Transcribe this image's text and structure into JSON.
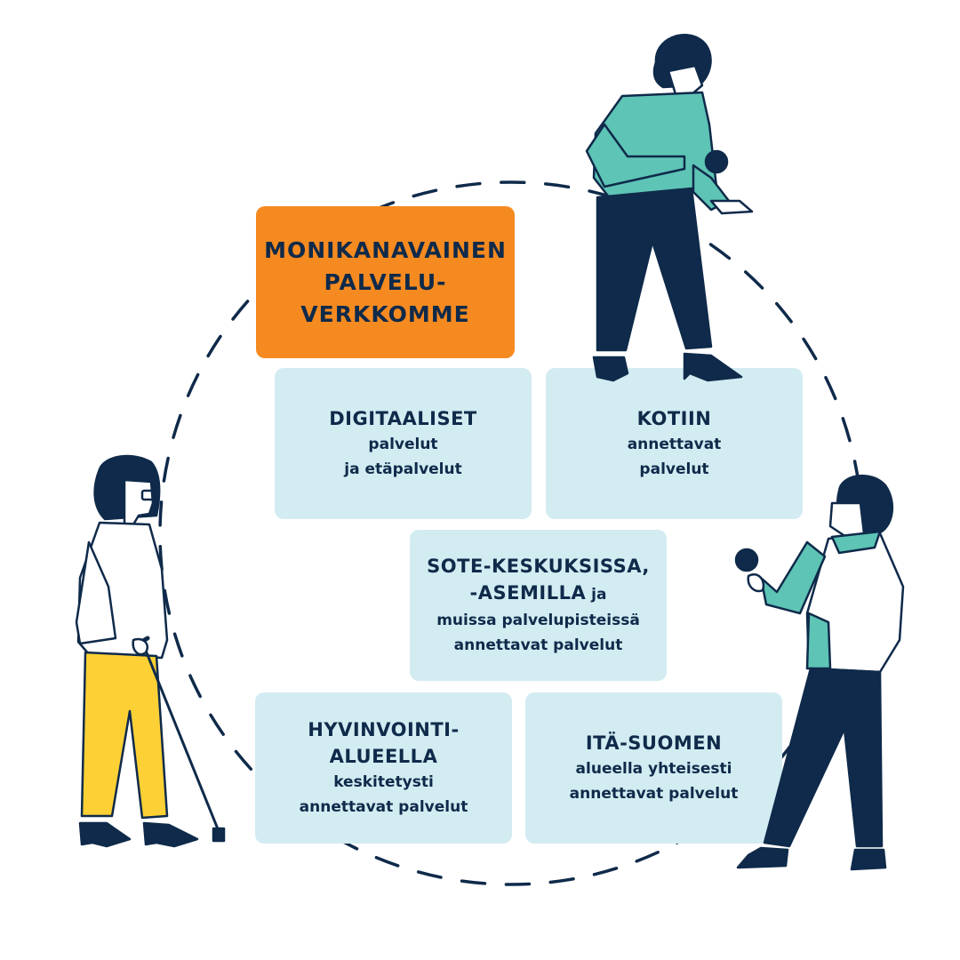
{
  "title": {
    "lines": [
      "MONIKANAVAINEN",
      "PALVELU-",
      "VERKKOMME"
    ]
  },
  "boxes": {
    "digital": {
      "head": "DIGITAALISET",
      "sub1": "palvelut",
      "sub2": "ja etäpalvelut"
    },
    "home": {
      "head": "KOTIIN",
      "sub1": "annettavat",
      "sub2": "palvelut"
    },
    "sote": {
      "head1": "SOTE-KESKUKSISSA,",
      "head2": "-ASEMILLA",
      "inline": " ja",
      "sub1": "muissa palvelupisteissä",
      "sub2": "annettavat palvelut"
    },
    "region": {
      "head1": "HYVINVOINTI-",
      "head2": "ALUEELLA",
      "sub1": "keskitetysti",
      "sub2": "annettavat palvelut"
    },
    "east": {
      "head": "ITÄ-SUOMEN",
      "sub1": "alueella yhteisesti",
      "sub2": "annettavat palvelut"
    }
  },
  "colors": {
    "navy": "#0f2a4a",
    "orange": "#f58a20",
    "light_blue": "#d3ecf2",
    "teal": "#5ec4b6",
    "yellow": "#fdd035"
  }
}
